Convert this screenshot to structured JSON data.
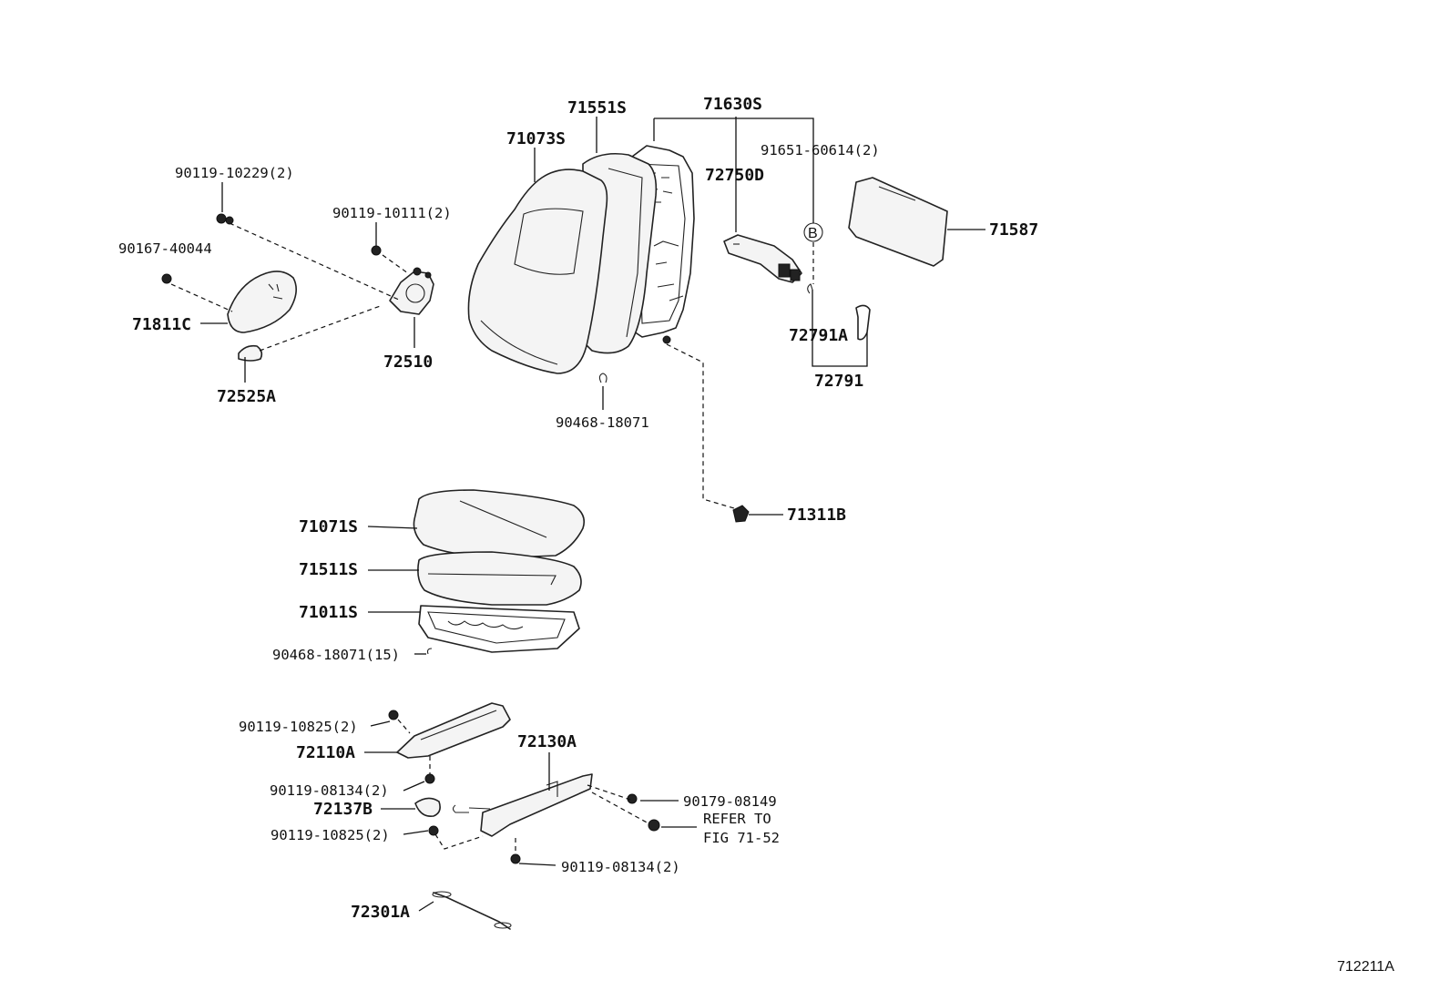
{
  "figure_id": "712211A",
  "labels": {
    "p71551S": "71551S",
    "p71630S": "71630S",
    "p71073S": "71073S",
    "p91651": "91651-60614(2)",
    "p72750D": "72750D",
    "p71587": "71587",
    "p90119_10229": "90119-10229(2)",
    "p90119_10111": "90119-10111(2)",
    "p90167": "90167-40044",
    "p71811C": "71811C",
    "p72510": "72510",
    "p72525A": "72525A",
    "p72791A": "72791A",
    "p72791": "72791",
    "p90468_a": "90468-18071",
    "p71311B": "71311B",
    "p71071S": "71071S",
    "p71511S": "71511S",
    "p71011S": "71011S",
    "p90468_15": "90468-18071(15)",
    "p90119_10825_a": "90119-10825(2)",
    "p72110A": "72110A",
    "p72130A": "72130A",
    "p90119_08134_a": "90119-08134(2)",
    "p72137B": "72137B",
    "p90179": "90179-08149",
    "p90119_10825_b": "90119-10825(2)",
    "refer_line1": "REFER TO",
    "refer_line2": "FIG 71-52",
    "p90119_08134_b": "90119-08134(2)",
    "p72301A": "72301A",
    "ref_mark_b": "B"
  }
}
